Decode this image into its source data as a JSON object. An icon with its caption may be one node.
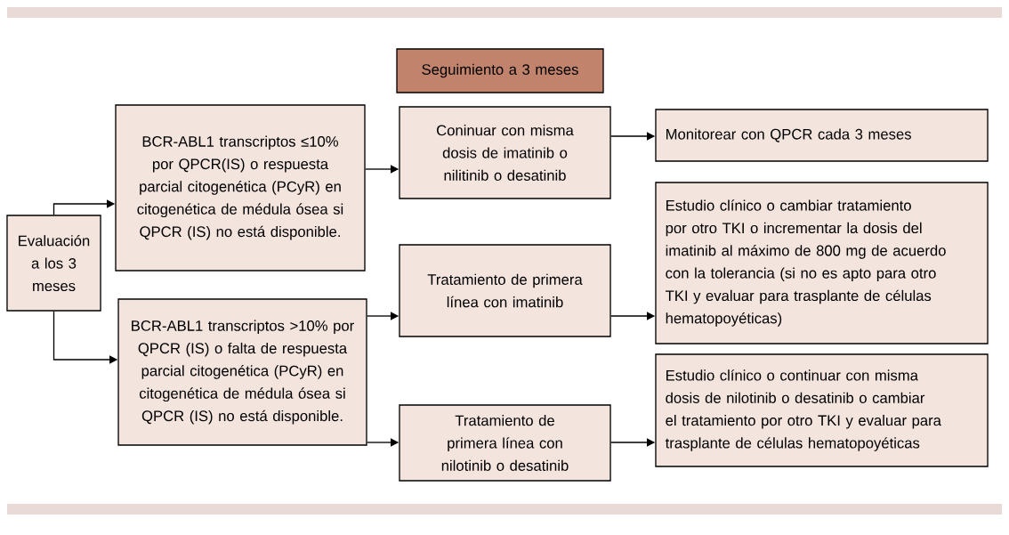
{
  "diagram": {
    "nodes": [
      {
        "text": [
          "Seguimiento a 3 meses"
        ]
      },
      {
        "text": [
          "Evaluación a los 3 meses"
        ]
      },
      {
        "text": [
          "BCR-ABL1 transcriptos ≤10% por QPCR(IS) o respuesta parcial citogenética (PCyR) en citogenética de médula ósea si QPCR (IS) no está disponible."
        ]
      },
      {
        "text": [
          "BCR-ABL1 transcriptos >10% por QPCR (IS) o falta de respuesta parcial citogenética (PCyR) en citogenética de médula ósea si QPCR (IS) no está disponible."
        ]
      },
      {
        "text": [
          "Coninuar con misma dosis de imatinib o nilitinib o desatinib"
        ]
      },
      {
        "text": [
          "Tratamiento de primera línea con imatinib"
        ]
      },
      {
        "text": [
          "Tratamiento de primera línea con nilotinib o desatinib"
        ]
      },
      {
        "text": [
          "Monitorear con QPCR cada 3 meses"
        ]
      },
      {
        "text": [
          "Estudio clínico o cambiar tratamiento por otro TKI o incrementar la dosis del imatinib al máximo de 800 mg de acuerdo con la tolerancia (si no es apto para otro TKI y evaluar para trasplante de células hematopoyéticas)"
        ]
      },
      {
        "text": [
          "Estudio clínico o continuar con misma dosis de nilotinib o desatinib o cambiar el tratamiento por otro TKI y evaluar para trasplante de células hematopoyéticas"
        ]
      }
    ],
    "edges": [
      {
        "from": 1,
        "to": 2,
        "arrow": "to"
      },
      {
        "from": 1,
        "to": 3,
        "arrow": "to"
      },
      {
        "from": 2,
        "to": 4,
        "arrow": "to"
      },
      {
        "from": 3,
        "to": 5,
        "arrow": "to"
      },
      {
        "from": 3,
        "to": 6,
        "arrow": "to"
      },
      {
        "from": 4,
        "to": 7,
        "arrow": "to"
      },
      {
        "from": 5,
        "to": 8,
        "arrow": "to"
      },
      {
        "from": 6,
        "to": 9,
        "arrow": "to"
      }
    ]
  }
}
